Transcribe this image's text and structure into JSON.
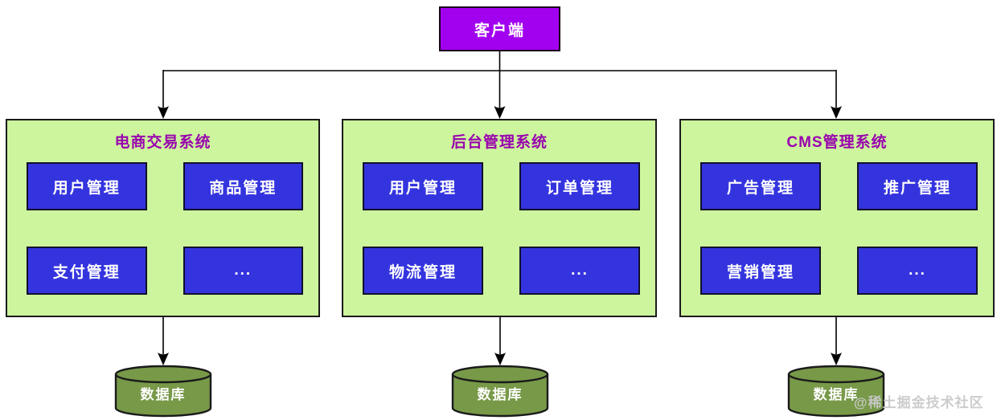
{
  "client": {
    "label": "客户端"
  },
  "systems": [
    {
      "title": "电商交易系统",
      "modules": [
        "用户管理",
        "商品管理",
        "支付管理",
        "..."
      ]
    },
    {
      "title": "后台管理系统",
      "modules": [
        "用户管理",
        "订单管理",
        "物流管理",
        "..."
      ]
    },
    {
      "title": "CMS管理系统",
      "modules": [
        "广告管理",
        "推广管理",
        "营销管理",
        "..."
      ]
    }
  ],
  "databases": [
    {
      "label": "数据库"
    },
    {
      "label": "数据库"
    },
    {
      "label": "数据库"
    }
  ],
  "watermark": "@稀土掘金技术社区",
  "colors": {
    "client_fill": "#a201f0",
    "panel_fill": "#cdf59e",
    "panel_title_text": "#9902ae",
    "module_fill": "#3434df",
    "module_text": "#ffffff",
    "db_fill": "#789948",
    "connector": "#000000",
    "watermark_text": "#c9c9c9",
    "background": "#ffffff"
  }
}
